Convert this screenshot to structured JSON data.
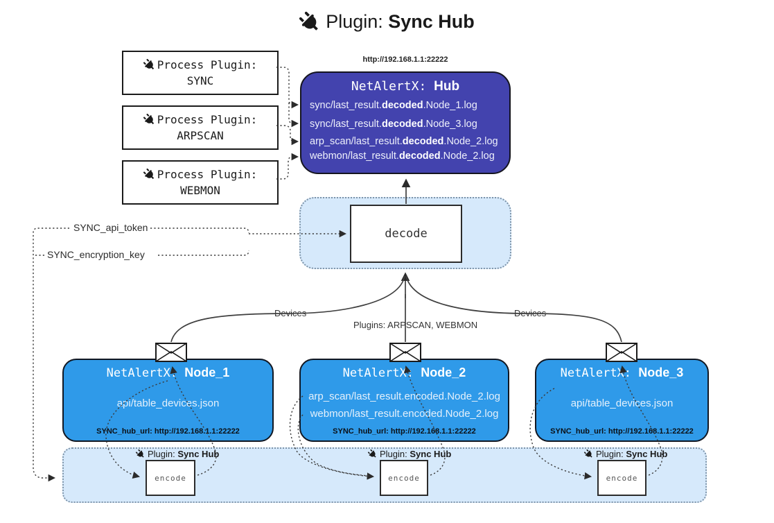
{
  "title": {
    "prefix": "Plugin:",
    "name": "Sync Hub"
  },
  "hub": {
    "url": "http://192.168.1.1:22222",
    "name_prefix": "NetAlertX:",
    "name": "Hub",
    "entries": [
      {
        "pre": "sync/last_result.",
        "bold": "decoded",
        "post": ".Node_1.log"
      },
      {
        "pre": "sync/last_result.",
        "bold": "decoded",
        "post": ".Node_3.log"
      },
      {
        "pre": "arp_scan/last_result.",
        "bold": "decoded",
        "post": ".Node_2.log"
      },
      {
        "pre": "webmon/last_result.",
        "bold": "decoded",
        "post": ".Node_2.log"
      }
    ]
  },
  "process_plugins": [
    {
      "label": "Process Plugin:",
      "name": "SYNC"
    },
    {
      "label": "Process Plugin:",
      "name": "ARPSCAN"
    },
    {
      "label": "Process Plugin:",
      "name": "WEBMON"
    }
  ],
  "decode_label": "decode",
  "secrets": {
    "api_token": "SYNC_api_token",
    "encryption_key": "SYNC_encryption_key"
  },
  "edge_labels": {
    "left": "Devices",
    "center": "Plugins: ARPSCAN, WEBMON",
    "right": "Devices"
  },
  "nodes": [
    {
      "name_prefix": "NetAlertX:",
      "name": "Node_1",
      "files": [
        "api/table_devices.json"
      ],
      "hub_url": "SYNC_hub_url: http://192.168.1.1:22222"
    },
    {
      "name_prefix": "NetAlertX:",
      "name": "Node_2",
      "files": [
        "arp_scan/last_result.encoded.Node_2.log",
        "webmon/last_result.encoded.Node_2.log"
      ],
      "hub_url": "SYNC_hub_url: http://192.168.1.1:22222"
    },
    {
      "name_prefix": "NetAlertX:",
      "name": "Node_3",
      "files": [
        "api/table_devices.json"
      ],
      "hub_url": "SYNC_hub_url: http://192.168.1.1:22222"
    }
  ],
  "encoders": [
    {
      "label_prefix": "Plugin:",
      "label_name": "Sync Hub",
      "box_label": "encode"
    },
    {
      "label_prefix": "Plugin:",
      "label_name": "Sync Hub",
      "box_label": "encode"
    },
    {
      "label_prefix": "Plugin:",
      "label_name": "Sync Hub",
      "box_label": "encode"
    }
  ],
  "colors": {
    "hub_fill": "#4343ae",
    "node_fill": "#2f9ae9",
    "band_fill": "#d6e9fb",
    "band_border": "#7d93a8",
    "wire": "#3a3a3a"
  }
}
